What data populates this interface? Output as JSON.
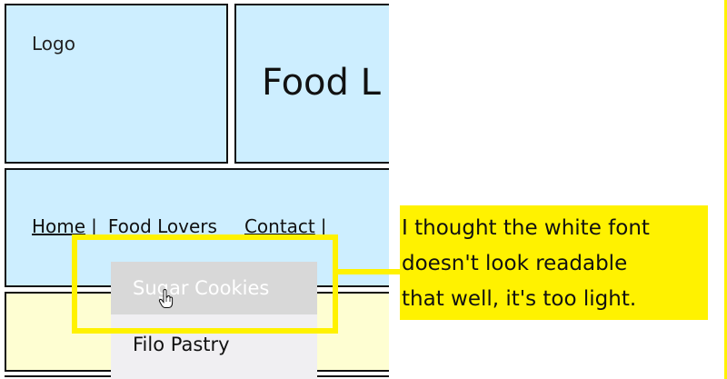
{
  "site": {
    "logo_label": "Logo",
    "title": "Food L",
    "nav": {
      "home": "Home",
      "sep1": "|",
      "food_lovers": "Food Lovers",
      "contact": "Contact",
      "sep2": "|"
    },
    "dropdown": {
      "items": [
        {
          "label": "Sugar Cookies",
          "state": "hovered"
        },
        {
          "label": "Filo Pastry",
          "state": "normal"
        }
      ]
    }
  },
  "annotation": {
    "lines": [
      "I thought the white font",
      "doesn't look readable",
      "that well, it's too light."
    ],
    "color": "#fff200"
  },
  "colors": {
    "header_bg": "#cdeeff",
    "content_bg": "#fefed2",
    "dropdown_bg": "#f0eff2",
    "hover_bg": "#d8d8d8"
  }
}
